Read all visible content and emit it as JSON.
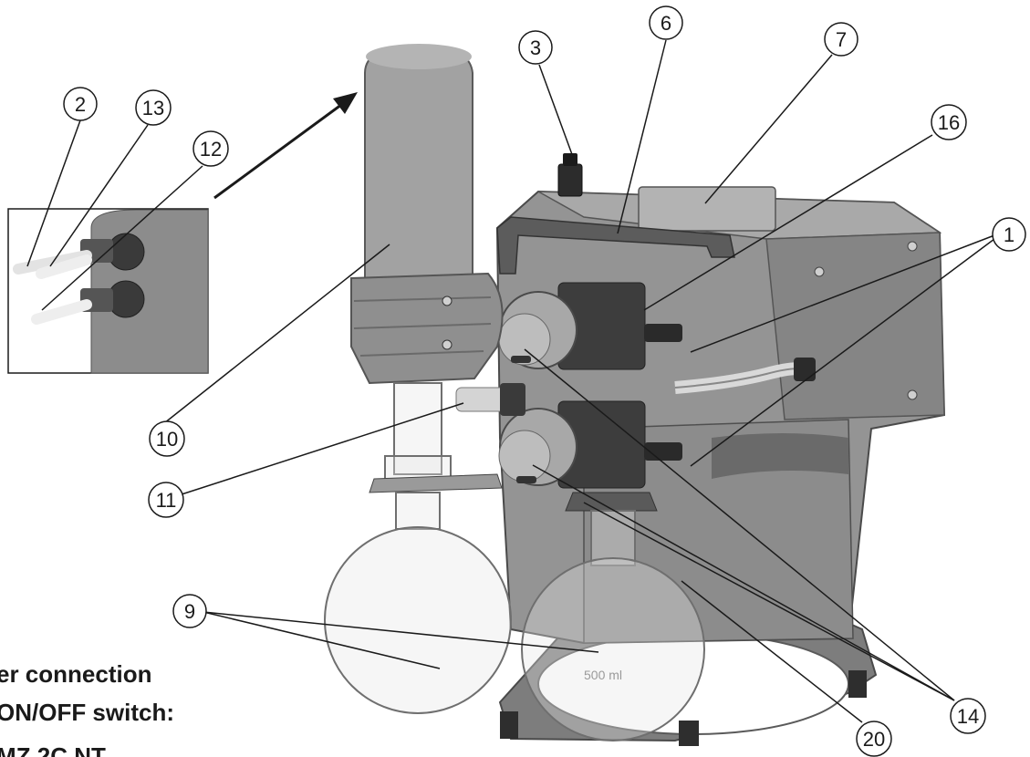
{
  "callouts": [
    {
      "id": "c2",
      "label": "2"
    },
    {
      "id": "c13",
      "label": "13"
    },
    {
      "id": "c12",
      "label": "12"
    },
    {
      "id": "c3",
      "label": "3"
    },
    {
      "id": "c6",
      "label": "6"
    },
    {
      "id": "c7",
      "label": "7"
    },
    {
      "id": "c16",
      "label": "16"
    },
    {
      "id": "c1",
      "label": "1"
    },
    {
      "id": "c10",
      "label": "10"
    },
    {
      "id": "c11",
      "label": "11"
    },
    {
      "id": "c9",
      "label": "9"
    },
    {
      "id": "c14",
      "label": "14"
    },
    {
      "id": "c20",
      "label": "20"
    }
  ],
  "caption_fragments": [
    "er connection",
    "ON/OFF switch:",
    "MZ 2C NT"
  ],
  "flask_marking": "500 ml",
  "colors": {
    "body_gray": "#8f8f8f",
    "dark_gray": "#4a4a4a",
    "light_gray": "#bdbdbd",
    "line": "#1a1a1a",
    "glass": "#e6e6e6"
  }
}
